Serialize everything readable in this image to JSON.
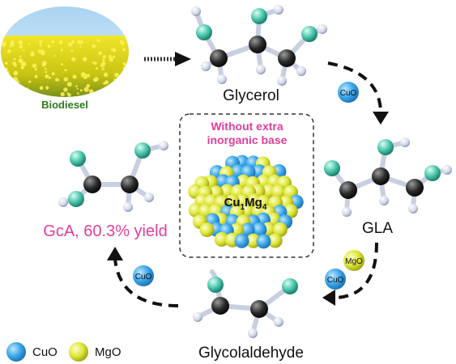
{
  "source": {
    "label": "Biodiesel"
  },
  "molecules": {
    "glycerol": "Glycerol",
    "gla": "GLA",
    "glycolaldehyde": "Glycolaldehyde"
  },
  "product": {
    "label": "GcA, 60.3% yield"
  },
  "catalyst": {
    "condition_line1": "Without extra",
    "condition_line2": "inorganic base",
    "formula_a": "Cu",
    "formula_a_sub": "1",
    "formula_b": "Mg",
    "formula_b_sub": "4"
  },
  "badges": {
    "step1": "CuO",
    "step2_top": "MgO",
    "step2_bottom": "CuO",
    "step3": "CuO"
  },
  "legend": [
    {
      "label": "CuO",
      "color": "#3aa7ea"
    },
    {
      "label": "MgO",
      "color": "#dfe63a"
    }
  ],
  "colors": {
    "cuo": "#3aa7ea",
    "mgo": "#dfe63a",
    "carbon": "#2a2a2a",
    "oxygen": "#47c2a8",
    "hydrogen": "#cfd6e6",
    "product_text": "#e23d9a"
  }
}
